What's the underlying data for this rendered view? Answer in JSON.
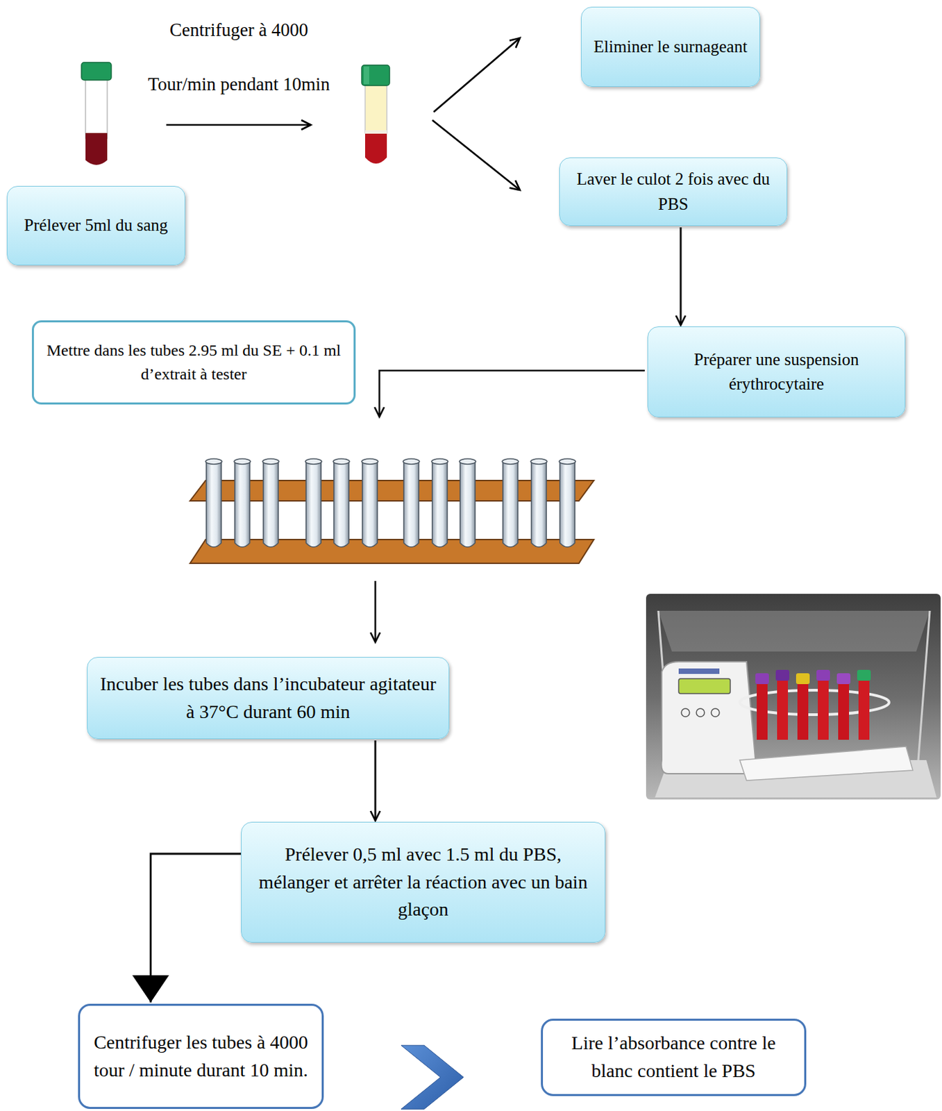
{
  "diagram": {
    "nodes": [
      {
        "text": [
          "Prélever 5ml du sang"
        ]
      },
      {
        "text": [
          "Eliminer le surnageant"
        ]
      },
      {
        "text": [
          "Laver le culot 2 fois avec du PBS"
        ]
      },
      {
        "text": [
          "Préparer une suspension érythrocytaire"
        ]
      },
      {
        "text": [
          "Mettre dans les tubes 2.95 ml du SE + 0.1 ml d’extrait à tester"
        ]
      },
      {
        "text": [
          "Incuber les tubes dans l’incubateur agitateur à 37°C durant 60 min"
        ]
      },
      {
        "text": [
          "Prélever 0,5 ml avec 1.5 ml du PBS, mélanger et arrêter la réaction avec un bain glaçon"
        ]
      },
      {
        "text": [
          "Centrifuger les tubes à 4000 tour / minute durant 10 min."
        ]
      },
      {
        "text": [
          "Lire l’absorbance contre le blanc contient le PBS"
        ]
      }
    ],
    "edges": [
      {
        "from": 2,
        "to": 3,
        "arrow": "to"
      },
      {
        "from": 5,
        "to": 6,
        "arrow": "to"
      },
      {
        "from": 6,
        "to": 7,
        "arrow": "to"
      },
      {
        "from": 7,
        "to": 8,
        "arrow": "to"
      }
    ],
    "labels": [
      "Centrifuger à 4000 Tour/min pendant 10min"
    ]
  }
}
